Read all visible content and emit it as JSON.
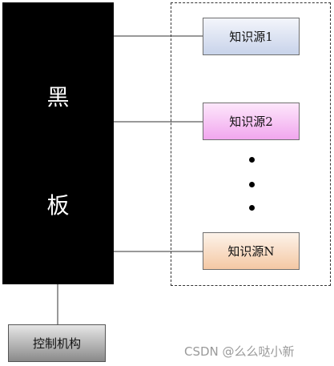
{
  "blackboard": {
    "char_top": "黑",
    "char_bottom": "板"
  },
  "knowledge_sources": [
    {
      "label": "知识源1"
    },
    {
      "label": "知识源2"
    },
    {
      "label": "知识源N"
    }
  ],
  "control": {
    "label": "控制机构"
  },
  "watermark": {
    "text": "CSDN @么么哒小新"
  },
  "colors": {
    "blackboard": "#000000",
    "ks1": "#c8d3ea",
    "ks2": "#f1a6ee",
    "ksN": "#f4c8a4",
    "control": "#8a8a8a"
  }
}
